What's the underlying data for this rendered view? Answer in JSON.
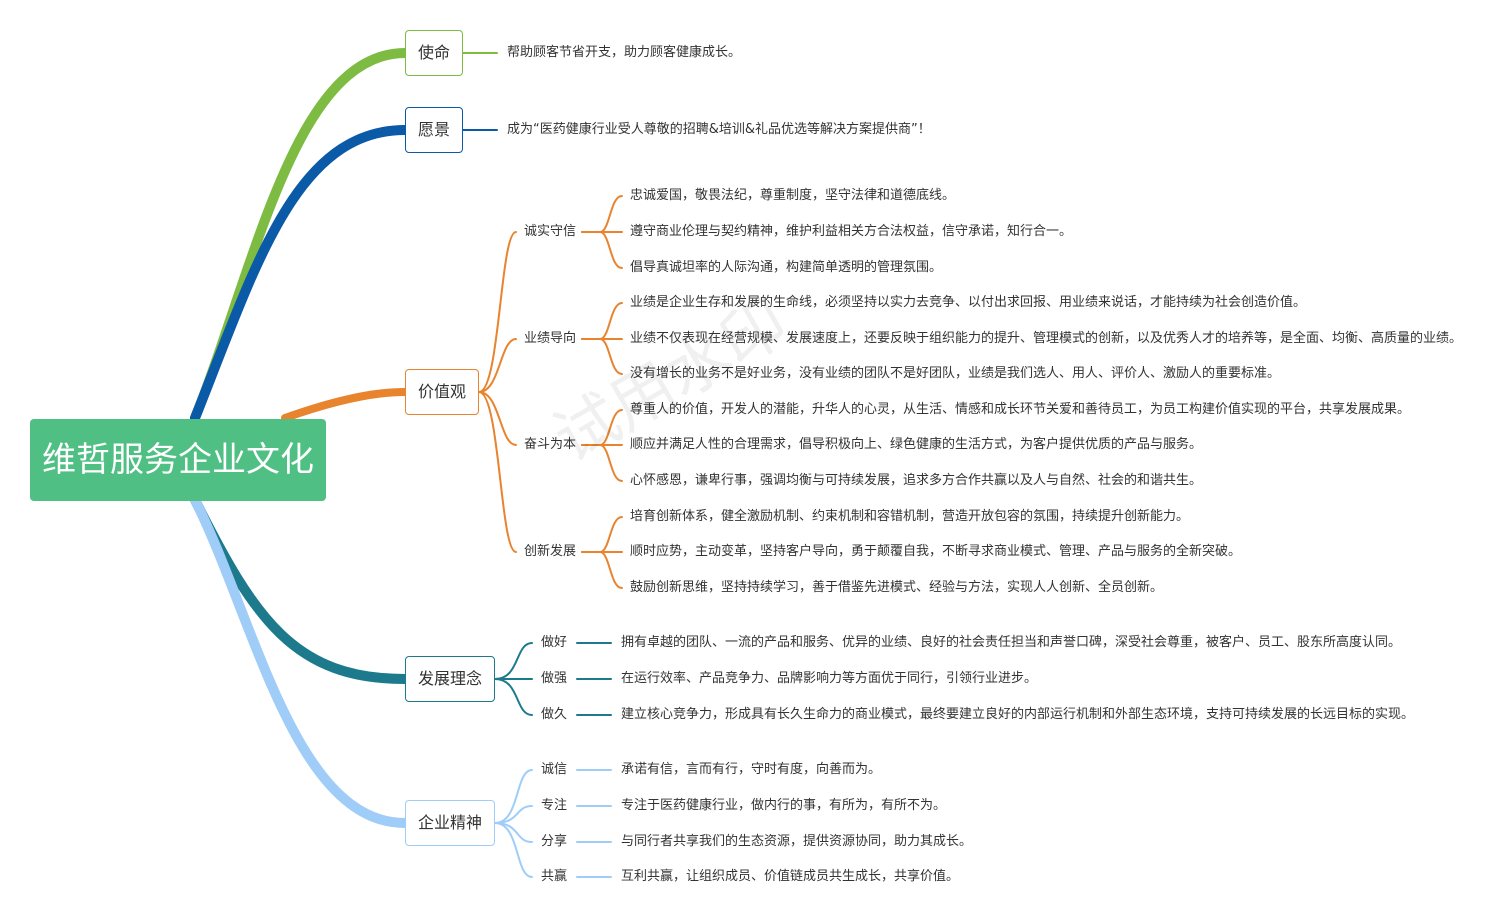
{
  "root": {
    "title": "维哲服务企业文化",
    "color": "#4fbf83"
  },
  "watermark": "试用水印",
  "branches": [
    {
      "key": "mission",
      "label": "使命",
      "color": "#7dbb42",
      "items": [
        {
          "text": "帮助顾客节省开支，助力顾客健康成长。"
        }
      ]
    },
    {
      "key": "vision",
      "label": "愿景",
      "color": "#0a5aa8",
      "items": [
        {
          "text": "成为“医药健康行业受人尊敬的招聘&培训&礼品优选等解决方案提供商”！"
        }
      ]
    },
    {
      "key": "values",
      "label": "价值观",
      "color": "#e8832e",
      "groups": [
        {
          "label": "诚实守信",
          "items": [
            "忠诚爱国，敬畏法纪，尊重制度，坚守法律和道德底线。",
            "遵守商业伦理与契约精神，维护利益相关方合法权益，信守承诺，知行合一。",
            "倡导真诚坦率的人际沟通，构建简单透明的管理氛围。"
          ]
        },
        {
          "label": "业绩导向",
          "items": [
            "业绩是企业生存和发展的生命线，必须坚持以实力去竞争、以付出求回报、用业绩来说话，才能持续为社会创造价值。",
            "业绩不仅表现在经营规模、发展速度上，还要反映于组织能力的提升、管理模式的创新，以及优秀人才的培养等，是全面、均衡、高质量的业绩。",
            "没有增长的业务不是好业务，没有业绩的团队不是好团队，业绩是我们选人、用人、评价人、激励人的重要标准。"
          ]
        },
        {
          "label": "奋斗为本",
          "items": [
            "尊重人的价值，开发人的潜能，升华人的心灵，从生活、情感和成长环节关爱和善待员工，为员工构建价值实现的平台，共享发展成果。",
            "顺应并满足人性的合理需求，倡导积极向上、绿色健康的生活方式，为客户提供优质的产品与服务。",
            "心怀感恩，谦卑行事，强调均衡与可持续发展，追求多方合作共赢以及人与自然、社会的和谐共生。"
          ]
        },
        {
          "label": "创新发展",
          "items": [
            "培育创新体系，健全激励机制、约束机制和容错机制，营造开放包容的氛围，持续提升创新能力。",
            "顺时应势，主动变革，坚持客户导向，勇于颠覆自我，不断寻求商业模式、管理、产品与服务的全新突破。",
            "鼓励创新思维，坚持持续学习，善于借鉴先进模式、经验与方法，实现人人创新、全员创新。"
          ]
        }
      ]
    },
    {
      "key": "development",
      "label": "发展理念",
      "color": "#1c7a8c",
      "pairs": [
        {
          "label": "做好",
          "text": "拥有卓越的团队、一流的产品和服务、优异的业绩、良好的社会责任担当和声誉口碑，深受社会尊重，被客户、员工、股东所高度认同。"
        },
        {
          "label": "做强",
          "text": "在运行效率、产品竞争力、品牌影响力等方面优于同行，引领行业进步。"
        },
        {
          "label": "做久",
          "text": "建立核心竞争力，形成具有长久生命力的商业模式，最终要建立良好的内部运行机制和外部生态环境，支持可持续发展的长远目标的实现。"
        }
      ]
    },
    {
      "key": "spirit",
      "label": "企业精神",
      "color": "#9fcdf7",
      "pairs": [
        {
          "label": "诚信",
          "text": "承诺有信，言而有行，守时有度，向善而为。"
        },
        {
          "label": "专注",
          "text": "专注于医药健康行业，做内行的事，有所为，有所不为。"
        },
        {
          "label": "分享",
          "text": "与同行者共享我们的生态资源，提供资源协同，助力其成长。"
        },
        {
          "label": "共赢",
          "text": "互利共赢，让组织成员、价值链成员共生成长，共享价值。"
        }
      ]
    }
  ]
}
